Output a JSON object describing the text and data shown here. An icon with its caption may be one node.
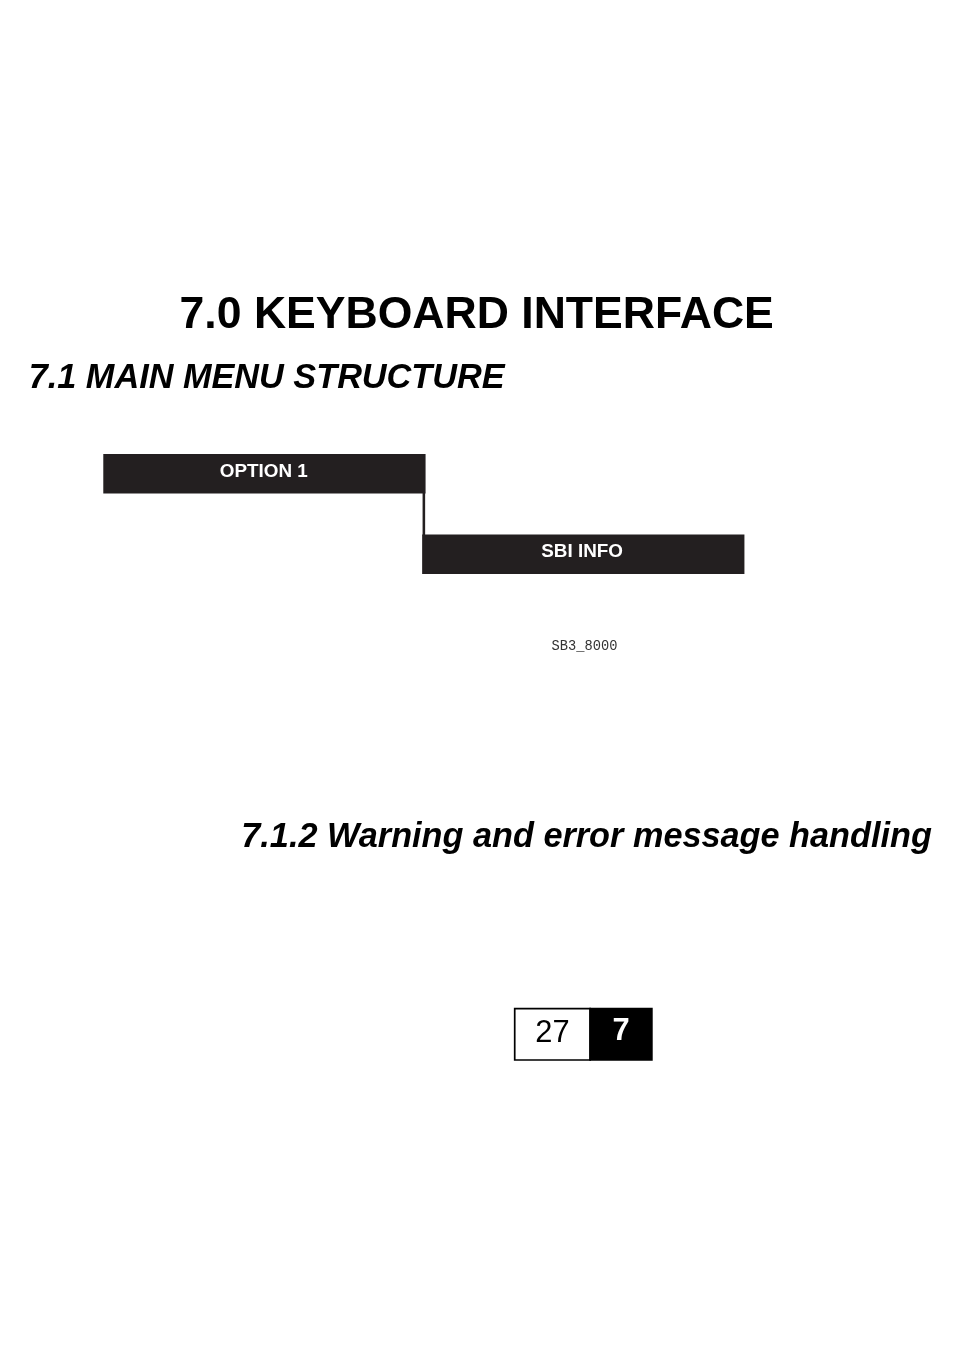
{
  "diagram": {
    "title": "7.0 KEYBOARD INTERFACE",
    "nodes": [
      {
        "text": [
          "OPTION 1"
        ]
      },
      {
        "text": [
          "SBI INFO"
        ]
      }
    ],
    "edges": [
      {
        "from": 0,
        "to": 1,
        "arrow": "none"
      }
    ],
    "labels": [
      "7.1 MAIN MENU STRUCTURE",
      "SB3_8000",
      "7.1.2 Warning and error message handling",
      "27",
      "7"
    ]
  }
}
